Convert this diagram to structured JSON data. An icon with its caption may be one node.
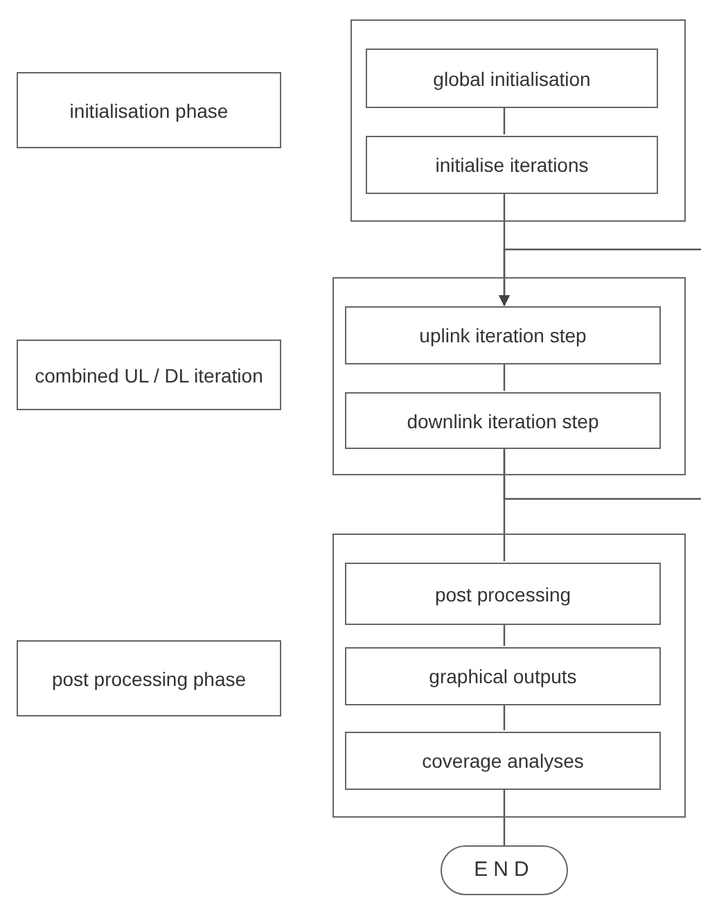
{
  "diagram": {
    "nodes": [
      {
        "text": [
          "initialisation phase"
        ]
      },
      {
        "text": [],
        "shape": "box"
      },
      {
        "text": [
          "global initialisation"
        ],
        "in": 1
      },
      {
        "text": [
          "initialise iterations"
        ],
        "in": 1
      },
      {
        "text": [
          "combined UL / DL iteration"
        ]
      },
      {
        "text": [],
        "shape": "box"
      },
      {
        "text": [
          "uplink iteration step"
        ],
        "in": 5
      },
      {
        "text": [
          "downlink iteration step"
        ],
        "in": 5
      },
      {
        "text": [
          "post processing phase"
        ]
      },
      {
        "text": [],
        "shape": "box"
      },
      {
        "text": [
          "post processing"
        ],
        "in": 9
      },
      {
        "text": [
          "graphical outputs"
        ],
        "in": 9
      },
      {
        "text": [
          "coverage analyses"
        ],
        "in": 9
      },
      {
        "text": [
          "END"
        ]
      }
    ],
    "edges": [
      {
        "from": 2,
        "to": 3,
        "arrow": "none"
      },
      {
        "from": 3,
        "to": 6,
        "arrow": "to"
      },
      {
        "from": null,
        "to": 6,
        "arrow": "to"
      },
      {
        "from": 6,
        "to": 7,
        "arrow": "none"
      },
      {
        "from": 7,
        "to": 10,
        "arrow": "none"
      },
      {
        "from": 7,
        "to": null,
        "arrow": "none"
      },
      {
        "from": 10,
        "to": 11,
        "arrow": "none"
      },
      {
        "from": 11,
        "to": 12,
        "arrow": "none"
      },
      {
        "from": 12,
        "to": 13,
        "arrow": "none"
      }
    ]
  }
}
